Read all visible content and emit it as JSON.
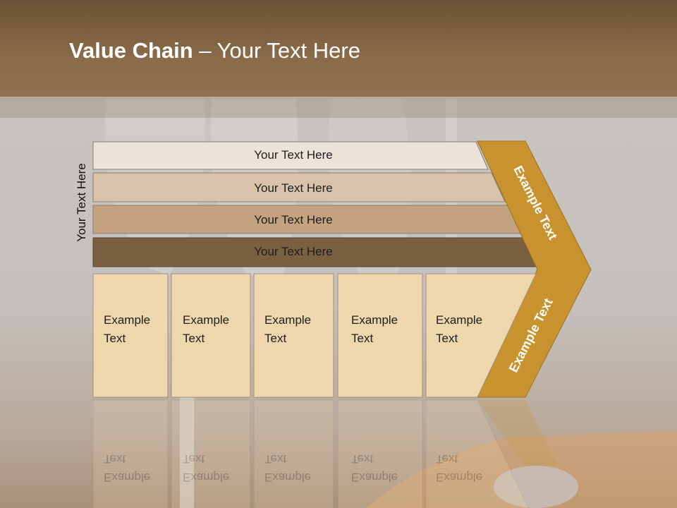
{
  "title": {
    "bold": "Value Chain",
    "rest": " – Your Text Here"
  },
  "side_label": "Your Text Here",
  "rows": [
    {
      "label": "Your Text Here",
      "color": "#ebe3d9"
    },
    {
      "label": "Your Text Here",
      "color": "#d8c3aa"
    },
    {
      "label": "Your Text Here",
      "color": "#c3a27f"
    },
    {
      "label": "Your Text Here",
      "color": "#7a5f41"
    }
  ],
  "cells": [
    {
      "line1": "Example",
      "line2": "Text"
    },
    {
      "line1": "Example",
      "line2": "Text"
    },
    {
      "line1": "Example",
      "line2": "Text"
    },
    {
      "line1": "Example",
      "line2": "Text"
    },
    {
      "line1": "Example",
      "line2": "Text"
    }
  ],
  "arrow": {
    "upper_label": "Example Text",
    "lower_label": "Example Text",
    "color": "#c8922f"
  },
  "colors": {
    "cell_fill": "#efd7ad",
    "header": "#8a6c49"
  }
}
